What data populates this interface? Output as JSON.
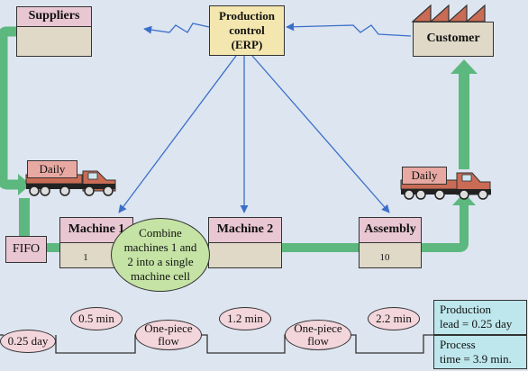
{
  "suppliers": {
    "label": "Suppliers"
  },
  "production_control": {
    "line1": "Production",
    "line2": "control",
    "line3": "(ERP)"
  },
  "customer": {
    "label": "Customer"
  },
  "machine1": {
    "label": "Machine 1",
    "operators": "1"
  },
  "machine2": {
    "label": "Machine 2"
  },
  "assembly": {
    "label": "Assembly",
    "operators": "10"
  },
  "fifo": {
    "label": "FIFO"
  },
  "truck_in": {
    "label": "Daily"
  },
  "truck_out": {
    "label": "Daily"
  },
  "kaizen": {
    "line1": "Combine",
    "line2": "machines 1 and",
    "line3": "2 into a single",
    "line4": "machine cell"
  },
  "timeline": {
    "inventory_days": [
      "0.25 day"
    ],
    "cycle_times": [
      "0.5 min",
      "1.2 min",
      "2.2 min"
    ],
    "flows": [
      {
        "line1": "One-piece",
        "line2": "flow"
      },
      {
        "line1": "One-piece",
        "line2": "flow"
      }
    ]
  },
  "summary": {
    "lead_line1": "Production",
    "lead_line2": "lead = 0.25 day",
    "process_line1": "Process",
    "process_line2": "time = 3.9 min."
  },
  "colors": {
    "background": "#dde5f0",
    "process_header": "#e8c6d2",
    "process_body": "#e0d9c8",
    "push_arrow": "#5cb87e",
    "info_arrow": "#3b6fc9",
    "summary_box": "#bde7ec"
  }
}
